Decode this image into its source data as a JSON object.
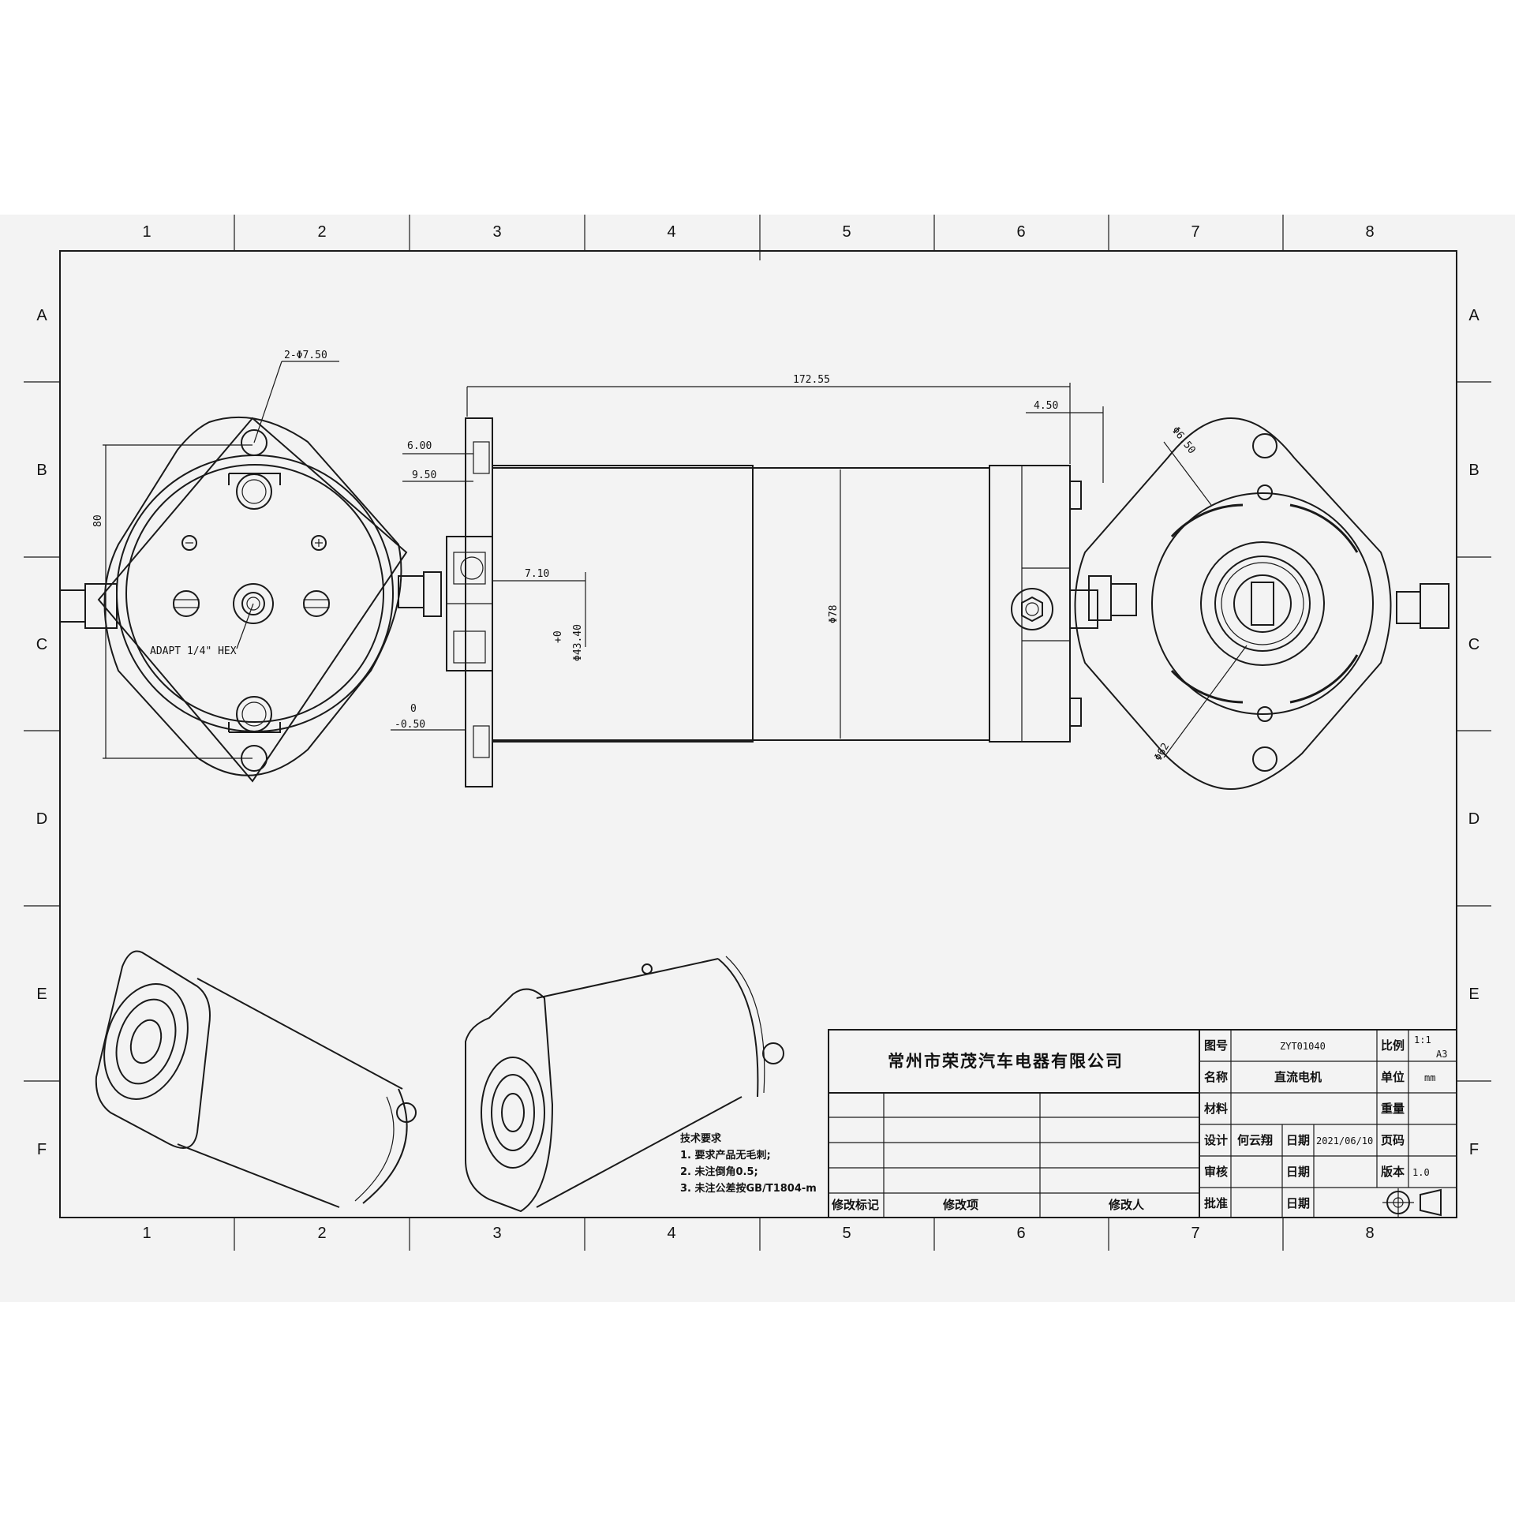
{
  "grid": {
    "columns": [
      "1",
      "2",
      "3",
      "4",
      "5",
      "6",
      "7",
      "8"
    ],
    "rows": [
      "A",
      "B",
      "C",
      "D",
      "E",
      "F"
    ]
  },
  "dimensions": {
    "holes": "2-Φ7.50",
    "overall_length": "172.55",
    "flange_offset": "4.50",
    "d1": "6.00",
    "d2": "9.50",
    "shaft_length": "7.10",
    "body_dia": "Φ78",
    "height": "80",
    "fit_a": "+0",
    "fit_b": "Φ43.40",
    "tol_a": "0",
    "tol_b": "-0.50",
    "hex": "ADAPT 1/4\" HEX",
    "right_hole": "Φ6.50",
    "pcd": "Φ62",
    "pos_marker": "+"
  },
  "title_block": {
    "company": "常州市荣茂汽车电器有限公司",
    "drawing_no_label": "图号",
    "drawing_no": "ZYT01040",
    "scale_label": "比例",
    "scale": "1:1",
    "sheet_size": "A3",
    "name_label": "名称",
    "name": "直流电机",
    "unit_label": "单位",
    "unit": "mm",
    "material_label": "材料",
    "weight_label": "重量",
    "design_label": "设计",
    "designer": "何云翔",
    "date_label": "日期",
    "date": "2021/06/10",
    "page_label": "页码",
    "review_label": "审核",
    "version_label": "版本",
    "version": "1.0",
    "approve_label": "批准",
    "rev_mark_label": "修改标记",
    "rev_content_label": "修改项",
    "rev_by_label": "修改人"
  },
  "notes": {
    "title": "技术要求",
    "items": [
      "1. 要求产品无毛刺;",
      "2. 未注倒角0.5;",
      "3. 未注公差按GB/T1804-m"
    ]
  }
}
